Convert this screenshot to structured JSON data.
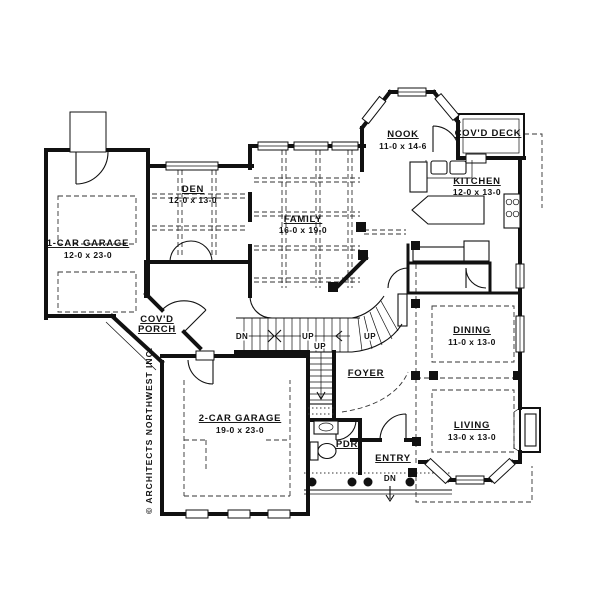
{
  "plan": {
    "copyright": "© ARCHITECTS NORTHWEST INC.",
    "ink_color": "#111111",
    "paper_color": "#ffffff",
    "rooms": {
      "garage_1car": {
        "name": "1-CAR GARAGE",
        "dims": "12-0 x 23-0"
      },
      "den": {
        "name": "DEN",
        "dims": "12-0 x 13-0"
      },
      "family": {
        "name": "FAMILY",
        "dims": "16-0 x 19-0"
      },
      "nook": {
        "name": "NOOK",
        "dims": "11-0 x 14-6"
      },
      "covd_deck": {
        "name": "COV'D DECK"
      },
      "kitchen": {
        "name": "KITCHEN",
        "dims": "12-0 x 13-0"
      },
      "dining": {
        "name": "DINING",
        "dims": "11-0 x 13-0"
      },
      "living": {
        "name": "LIVING",
        "dims": "13-0 x 13-0"
      },
      "garage_2car": {
        "name": "2-CAR GARAGE",
        "dims": "19-0 x 23-0"
      },
      "covd_porch": {
        "line1": "COV'D",
        "line2": "PORCH"
      },
      "foyer": {
        "name": "FOYER"
      },
      "entry": {
        "name": "ENTRY"
      },
      "pdr": {
        "name": "PDR"
      }
    },
    "annotations": {
      "stair_dn": "DN",
      "stair_up_1": "UP",
      "stair_up_2": "UP",
      "stair_up_3": "UP",
      "porch_dn": "DN"
    }
  }
}
